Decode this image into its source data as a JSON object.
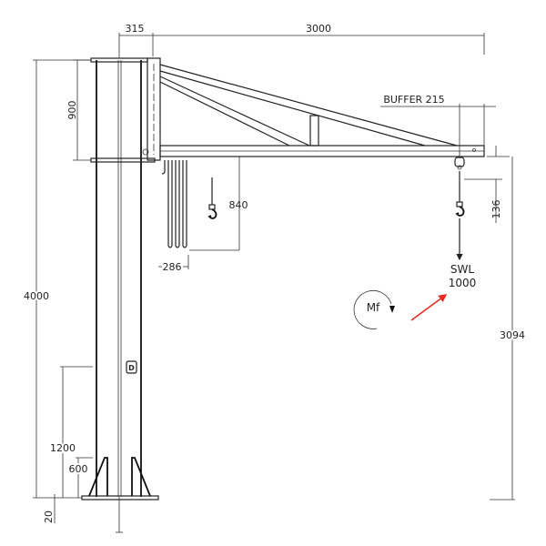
{
  "dimensions": {
    "column_offset": "315",
    "arm_length": "3000",
    "buffer": "BUFFER 215",
    "arm_height": "900",
    "hook_drop": "840",
    "cable_offset": "286",
    "hook_clearance": "136",
    "total_height": "4000",
    "under_hook_height": "3094",
    "height_1200": "1200",
    "height_600": "600",
    "base_plate": "20"
  },
  "load": {
    "swl_label": "SWL",
    "swl_value": "1000",
    "moment_label": "Mf"
  },
  "column_badge": "D",
  "colors": {
    "line": "#222222",
    "highlight_arrow": "#e8281e"
  }
}
